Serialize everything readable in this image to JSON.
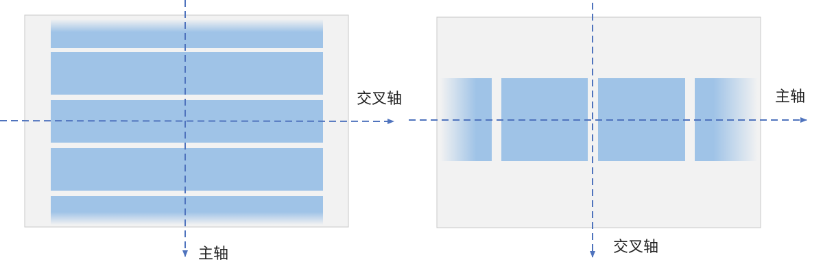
{
  "colors": {
    "container_bg": "#f2f2f2",
    "container_border": "#c8c8c8",
    "item_fill": "#9fc3e7",
    "axis_line": "#4f73bd"
  },
  "left_diagram": {
    "main_axis_label": "主轴",
    "cross_axis_label": "交叉轴",
    "main_axis_direction": "vertical",
    "item_count": 5
  },
  "right_diagram": {
    "main_axis_label": "主轴",
    "cross_axis_label": "交叉轴",
    "main_axis_direction": "horizontal",
    "item_count": 4
  }
}
